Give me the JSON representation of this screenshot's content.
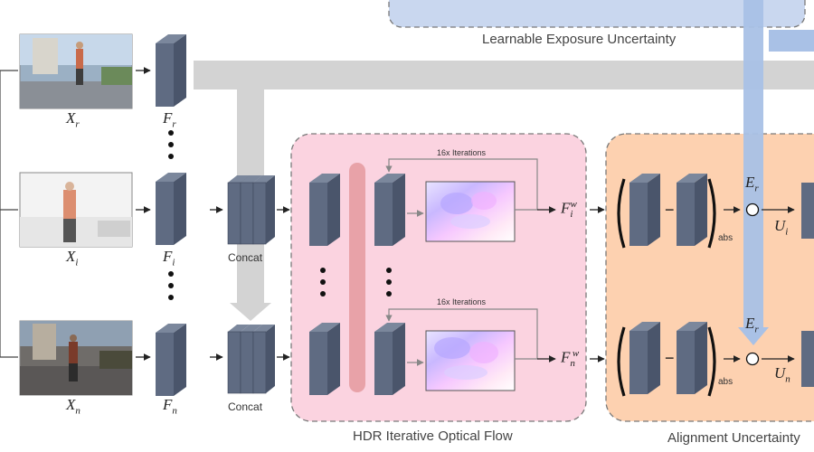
{
  "regions": {
    "exposure_title": "Learnable Exposure Uncertainty",
    "flow_title": "HDR Iterative Optical Flow",
    "align_title": "Alignment Uncertainty"
  },
  "inputs": [
    {
      "var": "X",
      "sub": "r",
      "feat_var": "F",
      "feat_sub": "r"
    },
    {
      "var": "X",
      "sub": "i",
      "feat_var": "F",
      "feat_sub": "i"
    },
    {
      "var": "X",
      "sub": "n",
      "feat_var": "F",
      "feat_sub": "n"
    }
  ],
  "concat_label": "Concat",
  "iterations_label": "16x Iterations",
  "warped": [
    {
      "var": "F",
      "sub": "i",
      "sup": "w"
    },
    {
      "var": "F",
      "sub": "n",
      "sup": "w"
    }
  ],
  "abs_label": "abs",
  "minus_sign": "−",
  "exposure_var": {
    "var": "E",
    "sub": "r"
  },
  "uncertainty": [
    {
      "var": "U",
      "sub": "i"
    },
    {
      "var": "U",
      "sub": "n"
    }
  ],
  "colors": {
    "feature_block": "#5f6b82",
    "feature_block_side": "#4a556b",
    "flow_region": "#fbd3e0",
    "align_region": "#fdd1b0",
    "exposure_region": "#c9d7ef",
    "exposure_band": "#a9c1e6",
    "gray_band": "#cfcfcf",
    "shared_bar": "#e8a2a8"
  }
}
